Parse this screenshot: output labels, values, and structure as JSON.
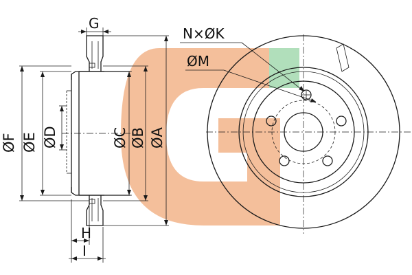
{
  "diagram": {
    "colors": {
      "line": "#1a1a1a",
      "watermark_orange": "#f2b48a",
      "watermark_green": "#a8dcb4",
      "background": "#ffffff"
    },
    "labels": {
      "g": "G",
      "n_k": "N×ØK",
      "m": "ØM",
      "f": "ØF",
      "e": "ØE",
      "d": "ØD",
      "c": "ØC",
      "b": "ØB",
      "a": "ØA",
      "h": "H",
      "i": "I"
    },
    "watermark_icon": "gg-logo-icon"
  }
}
